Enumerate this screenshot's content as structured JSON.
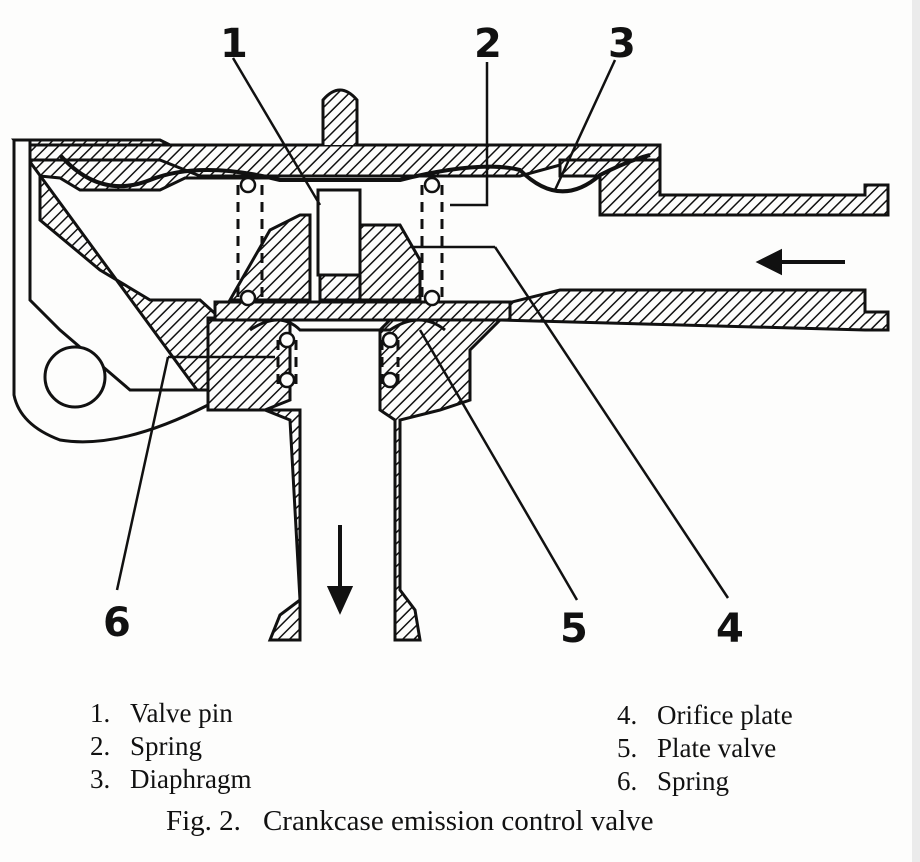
{
  "figure": {
    "label": "Fig. 2.",
    "caption": "Crankcase emission control valve"
  },
  "callouts": [
    "1",
    "2",
    "3",
    "4",
    "5",
    "6"
  ],
  "legend": [
    {
      "num": "1.",
      "text": "Valve pin"
    },
    {
      "num": "2.",
      "text": "Spring"
    },
    {
      "num": "3.",
      "text": "Diaphragm"
    },
    {
      "num": "4.",
      "text": "Orifice plate"
    },
    {
      "num": "5.",
      "text": "Plate valve"
    },
    {
      "num": "6.",
      "text": "Spring"
    }
  ],
  "colors": {
    "ink": "#111111",
    "paper": "#fdfdfc"
  }
}
